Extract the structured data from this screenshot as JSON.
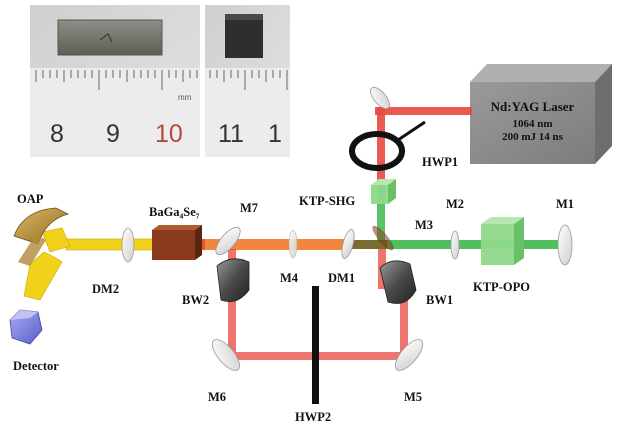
{
  "photos": {
    "left": {
      "ruler_numbers": [
        "8",
        "9",
        "10"
      ],
      "ruler_unit": "mm"
    },
    "right": {
      "ruler_numbers": [
        "11",
        "1"
      ]
    }
  },
  "laser": {
    "name": "Nd:YAG Laser",
    "wavelength": "1064 nm",
    "specs": "200 mJ 14 ns"
  },
  "labels": {
    "hwp1": "HWP1",
    "ktp_shg": "KTP-SHG",
    "m1": "M1",
    "m2": "M2",
    "m3": "M3",
    "ktp_opo": "KTP-OPO",
    "bw1": "BW1",
    "m5": "M5",
    "hwp2": "HWP2",
    "m6": "M6",
    "bw2": "BW2",
    "m4": "M4",
    "dm1": "DM1",
    "m7": "M7",
    "bagase": "BaGa₄Se₇",
    "dm2": "DM2",
    "oap": "OAP",
    "detector": "Detector"
  },
  "colors": {
    "pump_beam": "#e8483f",
    "green_beam": "#3db84a",
    "orange_beam": "#f07a2a",
    "mid_ir_beam": "#f2d11a",
    "crystal_ktp": "#7fd17a",
    "crystal_bagase": "#8b3a1e",
    "laser_box": "#8a8a8a",
    "detector": "#7b7fe0",
    "oap": "#c8a040"
  }
}
